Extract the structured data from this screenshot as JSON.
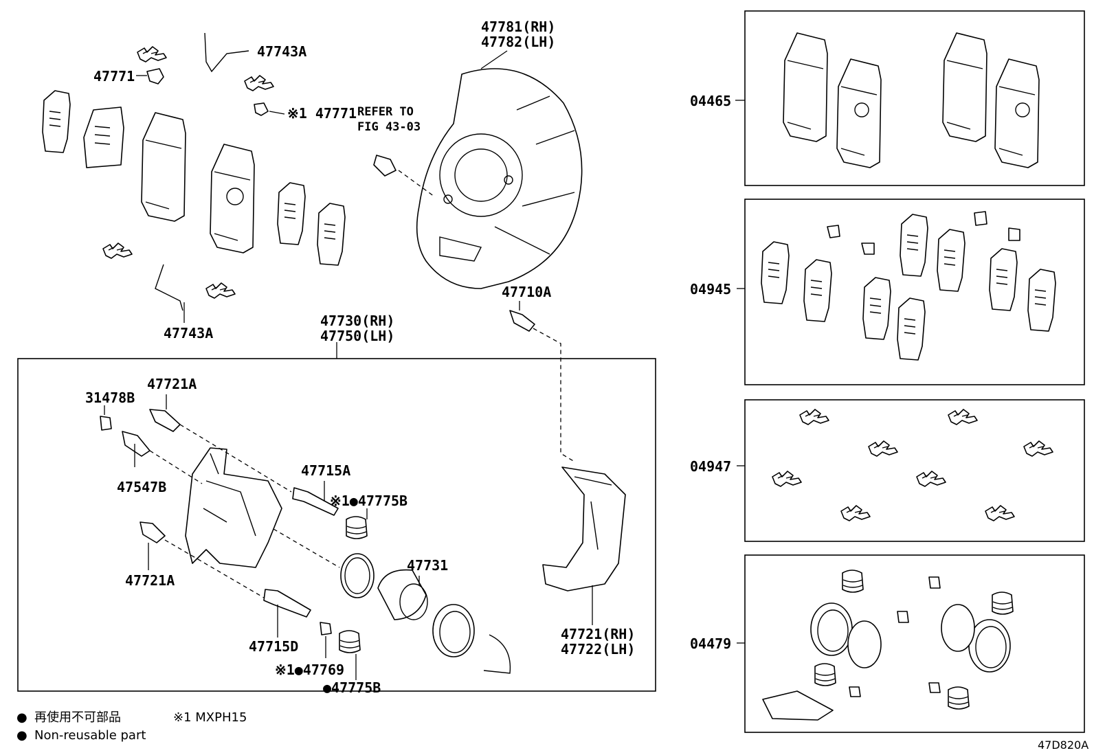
{
  "labels": {
    "p47743A_top": "47743A",
    "p47771_left": "47771",
    "p47771_note": "※1 47771",
    "refer1": "REFER TO",
    "refer2": "FIG 43-03",
    "p47781": "47781(RH)",
    "p47782": "47782(LH)",
    "p47743A_bot": "47743A",
    "p47710A": "47710A",
    "p47730": "47730(RH)",
    "p47750": "47750(LH)",
    "p31478B": "31478B",
    "p47721A_top": "47721A",
    "p47547B": "47547B",
    "p47715A": "47715A",
    "p47775B_top": "※1●47775B",
    "p47731": "47731",
    "p47721A_bot": "47721A",
    "p47715D": "47715D",
    "p47769": "※1●47769",
    "p47775B_bot": "●47775B",
    "p47721RH": "47721(RH)",
    "p47722LH": "47722(LH)"
  },
  "kits": {
    "k04465": "04465",
    "k04945": "04945",
    "k04947": "04947",
    "k04479": "04479"
  },
  "legend": {
    "jp": "再使用不可部品",
    "en": "Non-reusable part",
    "note": "※1 MXPH15",
    "bullet": "●"
  },
  "code": "47D820A"
}
